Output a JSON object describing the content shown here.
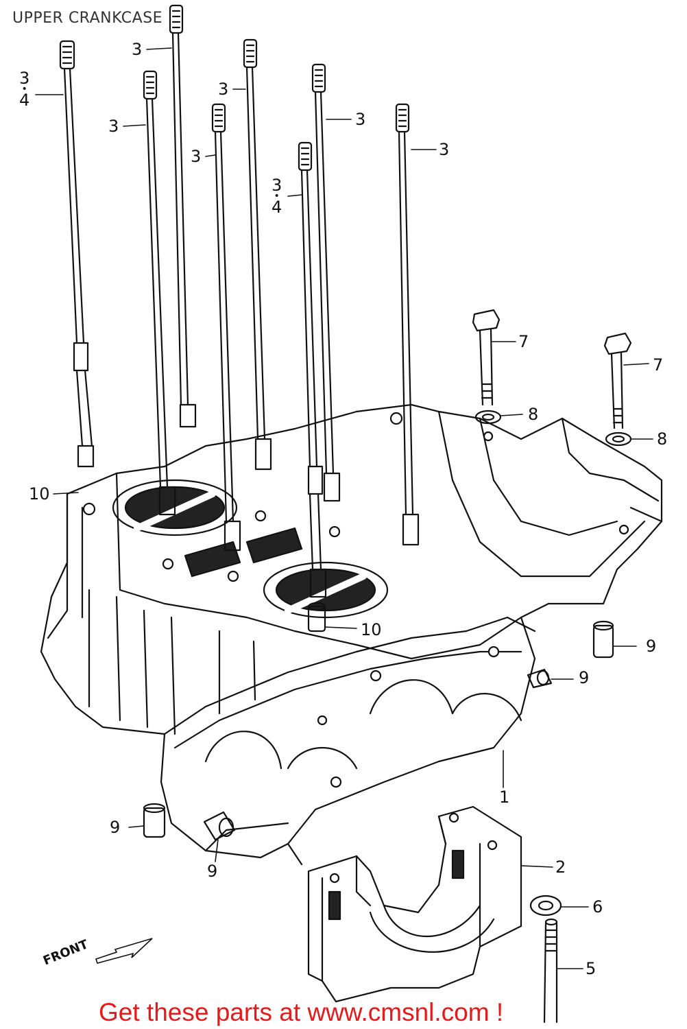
{
  "page": {
    "title": "UPPER CRANKCASE"
  },
  "callouts": {
    "stud_a_1": "3",
    "stud_a_2": "4",
    "stud_b": "3",
    "stud_c": "3",
    "stud_d": "3",
    "stud_e": "3",
    "stud_f": "3",
    "stud_g_1": "3",
    "stud_g_2": "4",
    "stud_h": "3",
    "bolt_7a": "7",
    "bolt_7b": "7",
    "washer_8a": "8",
    "washer_8b": "8",
    "dowel_10a": "10",
    "dowel_10b": "10",
    "dowel_9a": "9",
    "dowel_9b": "9",
    "dowel_9c": "9",
    "dowel_9d": "9",
    "crankcase_1": "1",
    "bearing_cap_2": "2",
    "washer_6": "6",
    "bolt_5": "5"
  },
  "front_label": "FRONT",
  "footer": {
    "text": "Get these parts at www.cmsnl.com !",
    "color": "#e51a1a"
  },
  "icons": {
    "front_arrow": "arrow-right-icon"
  }
}
